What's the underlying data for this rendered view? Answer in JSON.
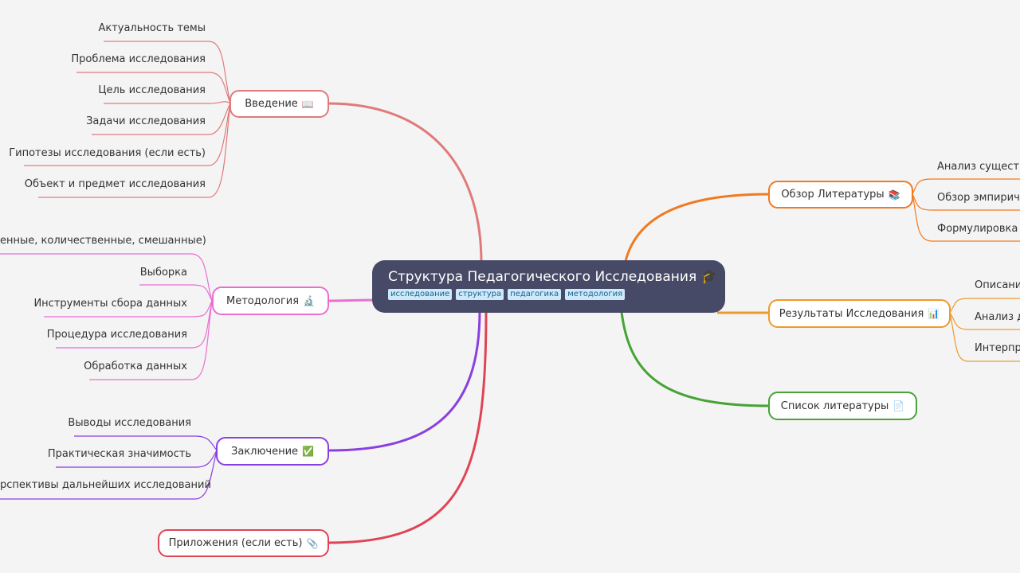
{
  "root": {
    "title": "Структура Педагогического Исследования",
    "icon": "graduation-cap",
    "tags": [
      "исследование",
      "структура",
      "педагогика",
      "методология"
    ]
  },
  "branches": {
    "intro": {
      "label": "Введение",
      "icon": "open-book",
      "color": "#e07a7a",
      "children": [
        "Актуальность темы",
        "Проблема исследования",
        "Цель исследования",
        "Задачи исследования",
        "Гипотезы исследования (если есть)",
        "Объект и предмет исследования"
      ]
    },
    "method": {
      "label": "Методология",
      "icon": "microscope",
      "color": "#e86fd0",
      "children": [
        "енные, количественные, смешанные)",
        "Выборка",
        "Инструменты сбора данных",
        "Процедура исследования",
        "Обработка данных"
      ]
    },
    "conclusion": {
      "label": "Заключение",
      "icon": "check-mark",
      "color": "#8a3fe0",
      "children": [
        "Выводы исследования",
        "Практическая значимость",
        "рспективы дальнейших исследований"
      ]
    },
    "appendix": {
      "label": "Приложения (если есть)",
      "icon": "paperclip",
      "color": "#e04454"
    },
    "literature": {
      "label": "Обзор Литературы",
      "icon": "books",
      "color": "#f07a1f",
      "children": [
        "Анализ существу",
        "Обзор эмпириче",
        "Формулировка с"
      ]
    },
    "results": {
      "label": "Результаты Исследования",
      "icon": "bar-chart",
      "color": "#ee9a2c",
      "children": [
        "Описание",
        "Анализ д",
        "Интерпре"
      ]
    },
    "references": {
      "label": "Список литературы",
      "icon": "page",
      "color": "#47a335"
    }
  }
}
